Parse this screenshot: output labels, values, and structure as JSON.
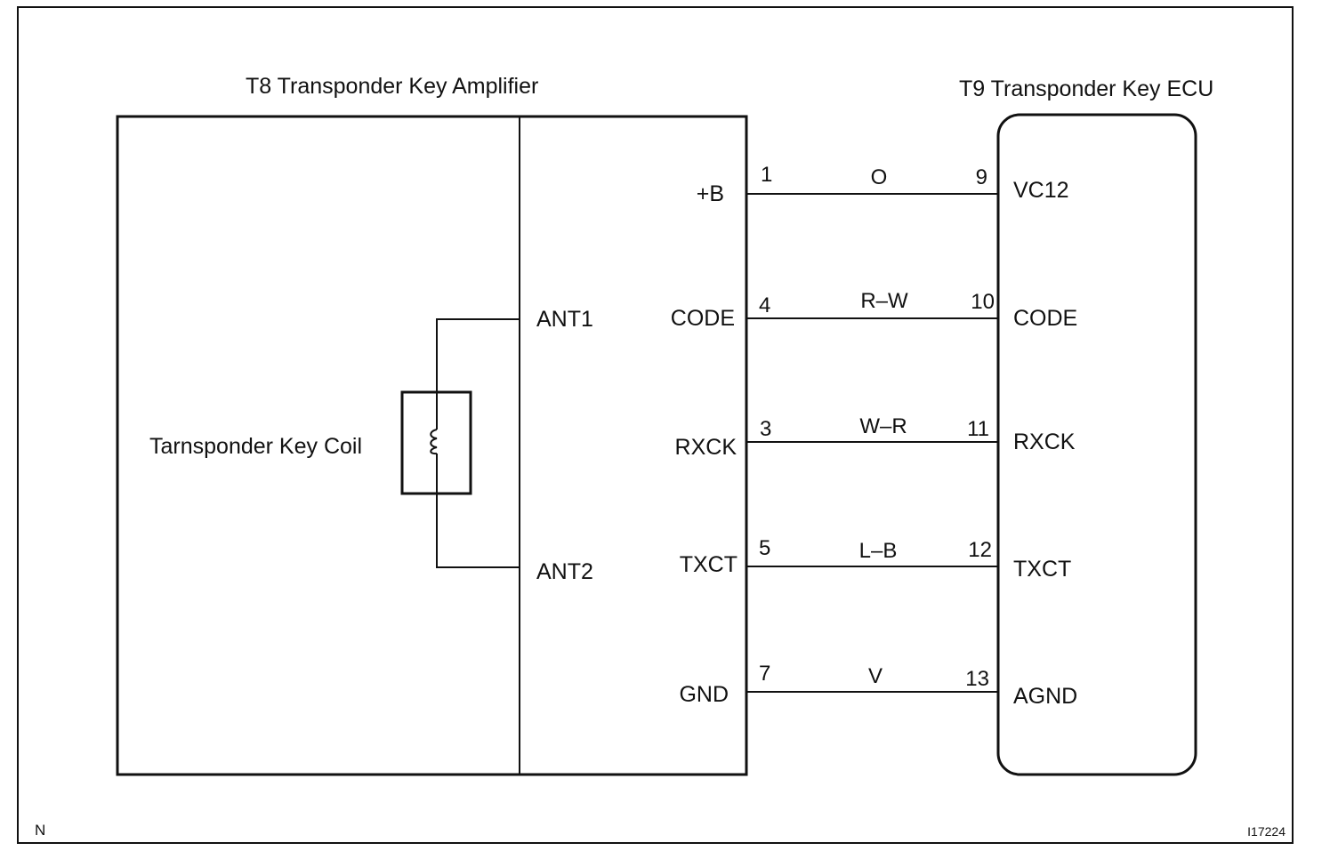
{
  "amplifier": {
    "title": "T8 Transponder Key Amplifier",
    "coil_label": "Tarnsponder Key Coil",
    "ant1": "ANT1",
    "ant2": "ANT2"
  },
  "ecu": {
    "title": "T9 Transponder Key ECU"
  },
  "wires": [
    {
      "left_label": "+B",
      "left_pin": "1",
      "color": "O",
      "right_pin": "9",
      "right_label": "VC12"
    },
    {
      "left_label": "CODE",
      "left_pin": "4",
      "color": "R–W",
      "right_pin": "10",
      "right_label": "CODE"
    },
    {
      "left_label": "RXCK",
      "left_pin": "3",
      "color": "W–R",
      "right_pin": "11",
      "right_label": "RXCK"
    },
    {
      "left_label": "TXCT",
      "left_pin": "5",
      "color": "L–B",
      "right_pin": "12",
      "right_label": "TXCT"
    },
    {
      "left_label": "GND",
      "left_pin": "7",
      "color": "V",
      "right_pin": "13",
      "right_label": "AGND"
    }
  ],
  "footer": {
    "left_code": "N",
    "figure_id": "I17224"
  }
}
